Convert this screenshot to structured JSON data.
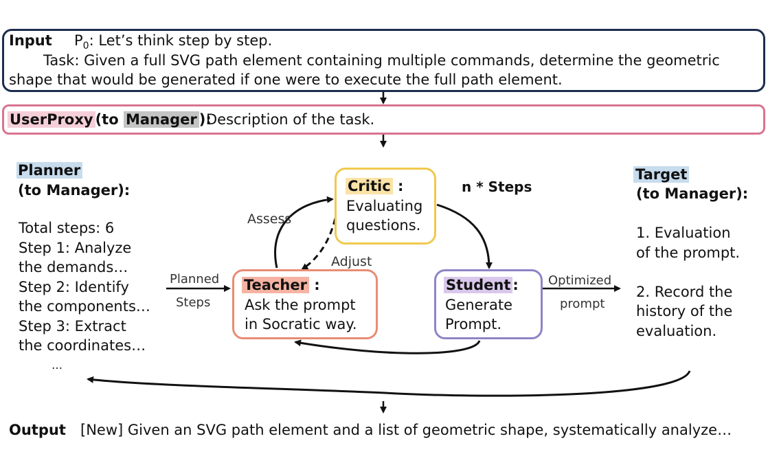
{
  "input": {
    "label": "Input",
    "p0_prefix": "P",
    "p0_sub": "0",
    "p0_rest": ": Let’s think step by step.",
    "task_line1": "Task: Given a full SVG path element containing multiple commands, determine the geometric",
    "task_line2": "shape that would be generated if one were to execute the full path element."
  },
  "userproxy": {
    "name": "UserProxy",
    "to_open": "(to ",
    "manager": "Manager",
    "to_close": "):",
    "desc": "Description of the task."
  },
  "planner": {
    "name": "Planner",
    "to": "(to Manager):",
    "lines": [
      "Total steps: 6",
      "Step 1: Analyze",
      "the demands…",
      "Step 2: Identify",
      "the components…",
      "Step 3: Extract",
      "the coordinates…",
      "…"
    ]
  },
  "loop": {
    "label": "n * Steps"
  },
  "critic": {
    "name": "Critic",
    "colon": ":",
    "lines": [
      "Evaluating",
      "questions."
    ]
  },
  "teacher": {
    "name": "Teacher",
    "colon": ":",
    "lines": [
      "Ask the prompt",
      "in Socratic way."
    ]
  },
  "student": {
    "name": "Student",
    "colon": ":",
    "lines": [
      "Generate",
      "Prompt."
    ]
  },
  "target": {
    "name": "Target",
    "to": "(to Manager):",
    "lines": [
      "1. Evaluation",
      "of the prompt.",
      "",
      "2. Record the",
      "history of the",
      "evaluation."
    ]
  },
  "edges": {
    "assess": "Assess",
    "adjust": "Adjust",
    "planned_1": "Planned",
    "planned_2": "Steps",
    "optimized_1": "Optimized",
    "optimized_2": "prompt"
  },
  "output": {
    "label": "Output",
    "text": "[New] Given an SVG path element and a list of geometric shape, systematically analyze…"
  },
  "colors": {
    "navy": "#1c2c4c",
    "pink_border": "#d9738f",
    "pink_fill": "#f5cfd7",
    "grey_fill": "#c4c4c4",
    "planner_border": "#5b7fb0",
    "blue_fill": "#c7dced",
    "critic_border": "#f0c94e",
    "critic_fill": "#fbe2a6",
    "teacher_border": "#e88c74",
    "teacher_fill": "#f6b3a3",
    "student_border": "#8e84c6",
    "student_fill": "#d9c8ec",
    "target_border": "#3d8ea8"
  }
}
